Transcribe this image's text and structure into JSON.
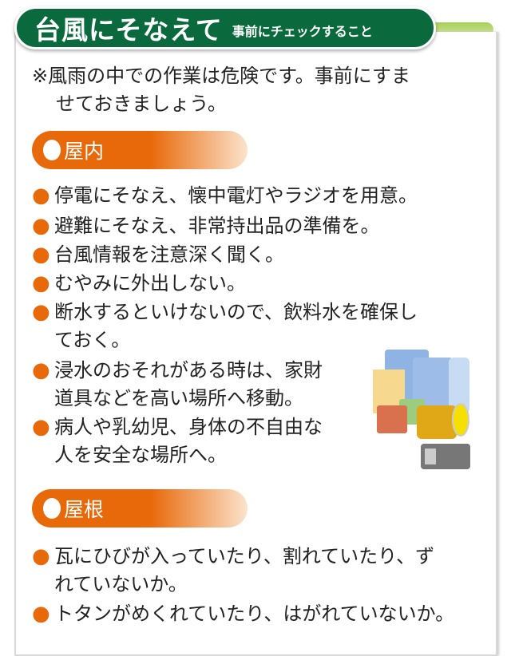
{
  "header": {
    "title": "台風にそなえて",
    "subtitle": "事前にチェックすること"
  },
  "intro": {
    "line1": "※風雨の中での作業は危険です。事前にすま",
    "line2": "せておきましょう。"
  },
  "sections": [
    {
      "heading": "屋内",
      "items": [
        {
          "l1": "停電にそなえ、懐中電灯やラジオを用意。"
        },
        {
          "l1": "避難にそなえ、非常持出品の準備を。"
        },
        {
          "l1": "台風情報を注意深く聞く。"
        },
        {
          "l1": "むやみに外出しない。"
        },
        {
          "l1": "断水するといけないので、飲料水を確保し",
          "l2": "ておく。"
        },
        {
          "l1": "浸水のおそれがある時は、家財",
          "l2": "道具などを高い場所へ移動。"
        },
        {
          "l1": "病人や乳幼児、身体の不自由な",
          "l2": "人を安全な場所へ。"
        }
      ]
    },
    {
      "heading": "屋根",
      "items": [
        {
          "l1": "瓦にひびが入っていたり、割れていたり、ず",
          "l2": "れていないか。"
        },
        {
          "l1": "トタンがめくれていたり、はがれていないか。"
        }
      ]
    }
  ],
  "colors": {
    "green": "#0b6a3d",
    "orange": "#e8690a",
    "lightgreen": "#a9cf5a"
  }
}
